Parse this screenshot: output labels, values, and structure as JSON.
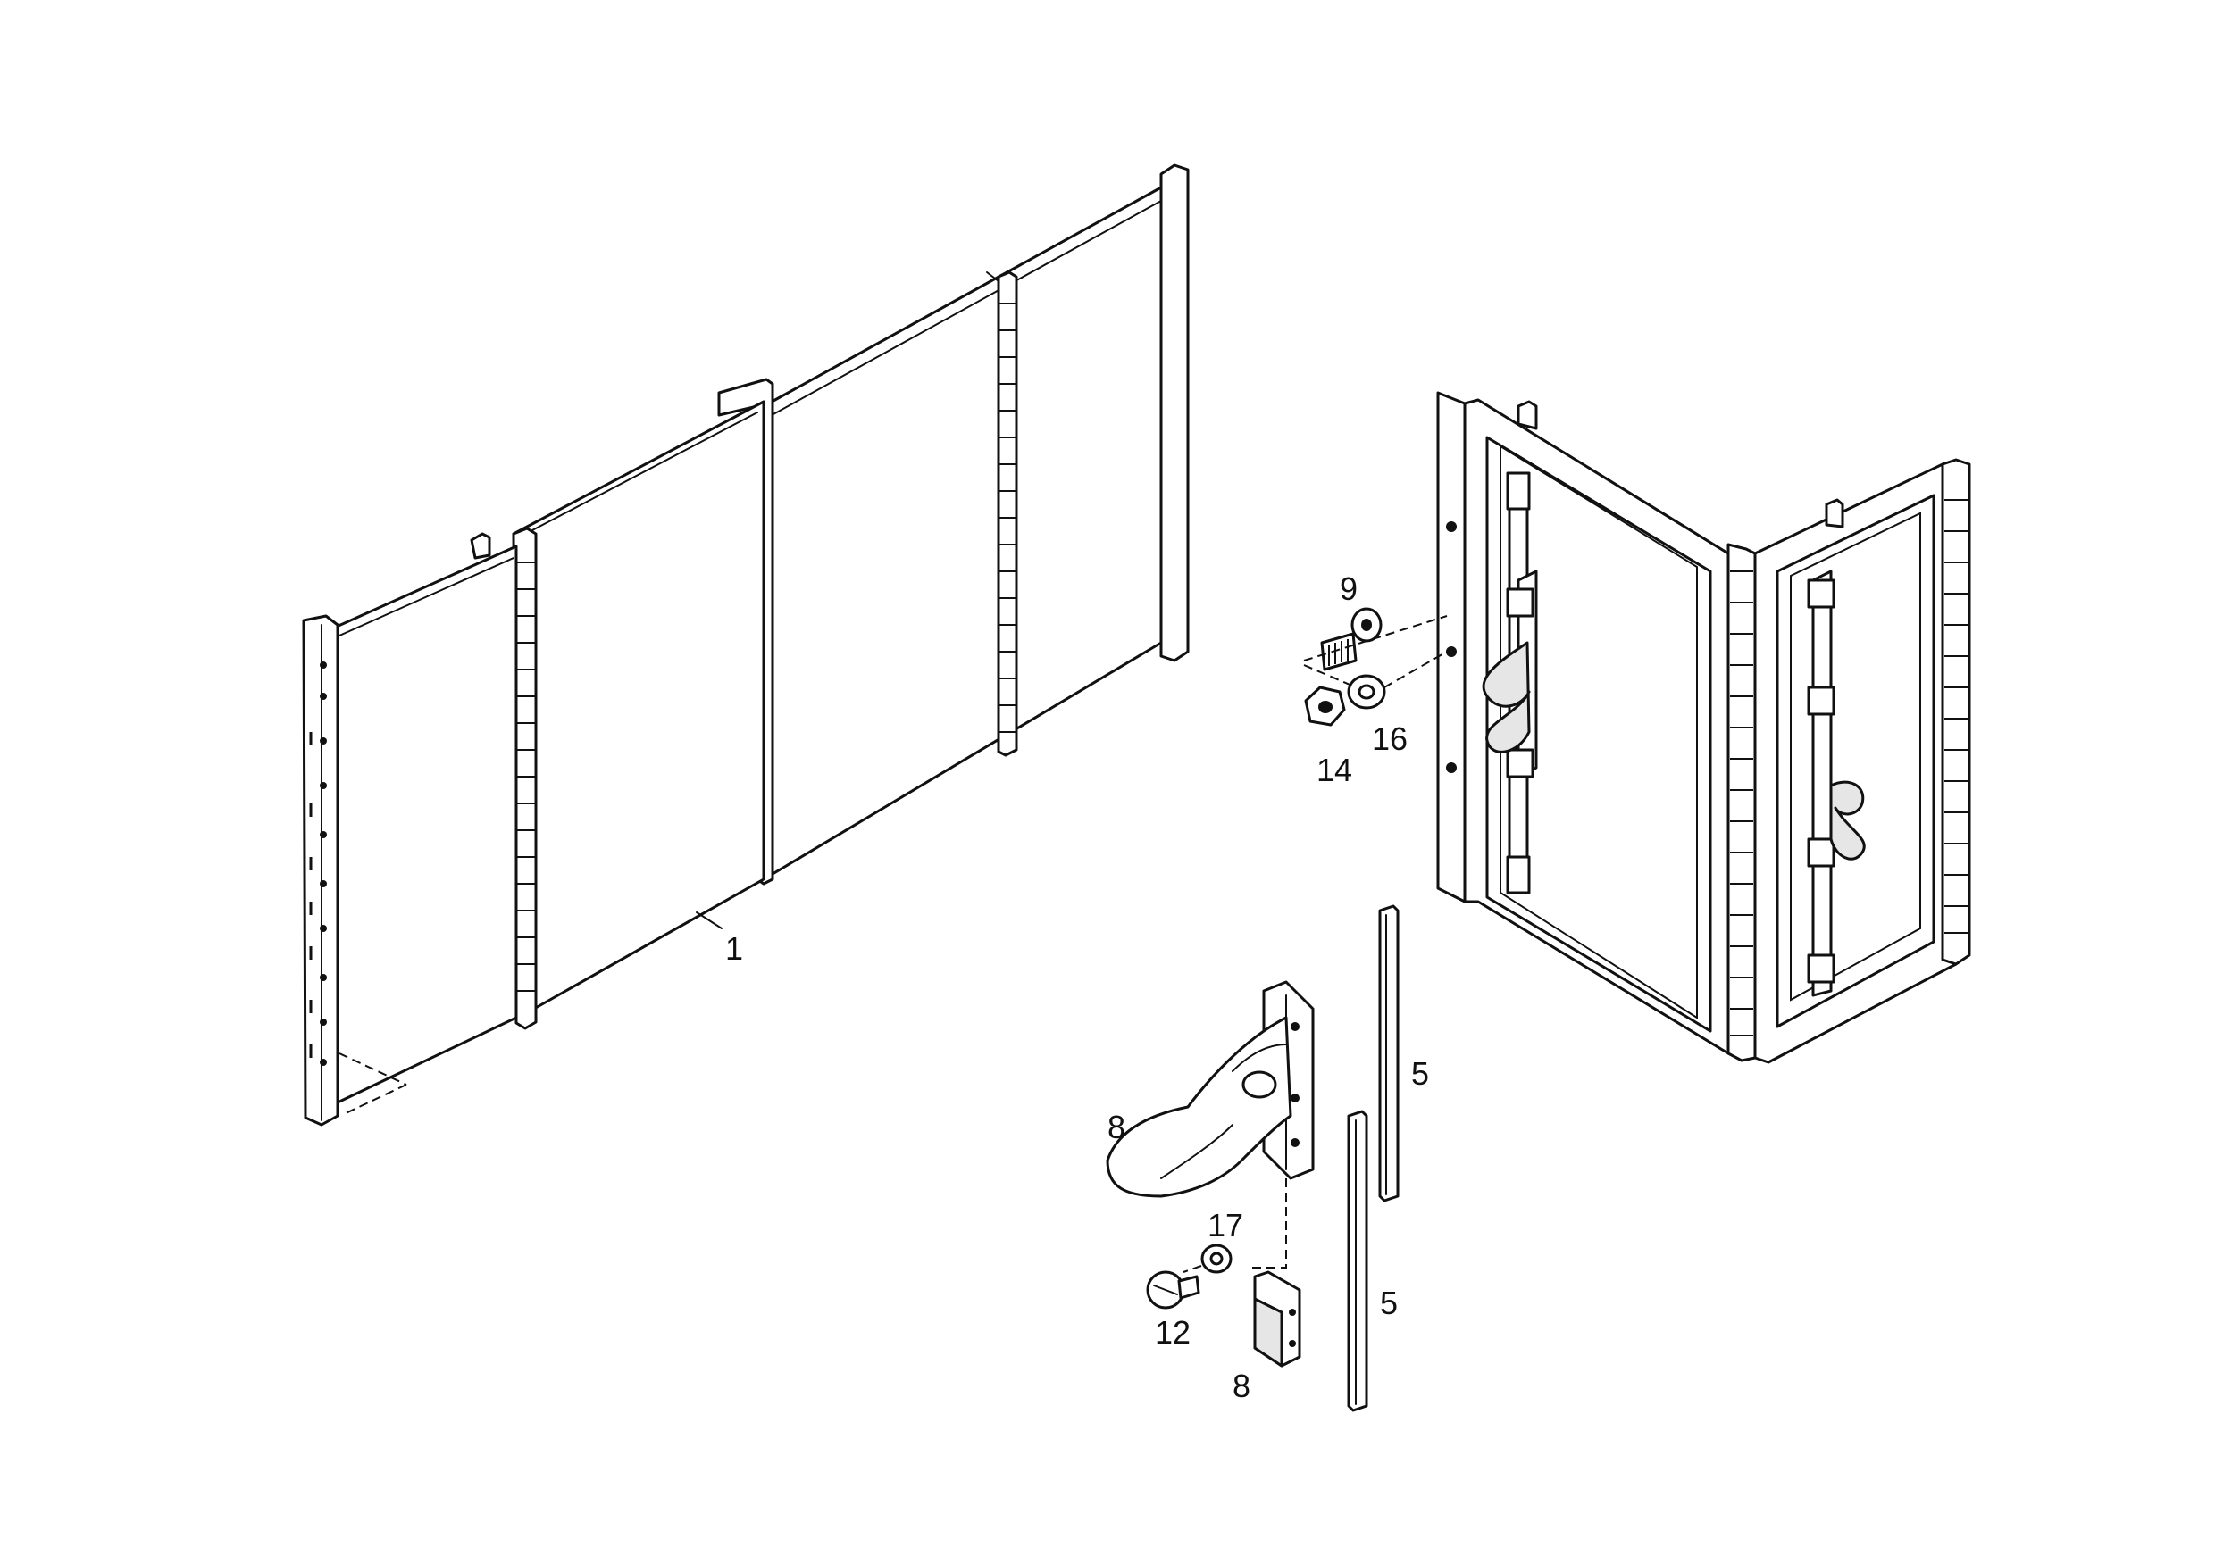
{
  "callouts": [
    {
      "id": "part-1",
      "text": "1"
    },
    {
      "id": "part-9",
      "text": "9"
    },
    {
      "id": "part-16",
      "text": "16"
    },
    {
      "id": "part-14",
      "text": "14"
    },
    {
      "id": "part-5a",
      "text": "5"
    },
    {
      "id": "part-5b",
      "text": "5"
    },
    {
      "id": "part-8a",
      "text": "8"
    },
    {
      "id": "part-17",
      "text": "17"
    },
    {
      "id": "part-12",
      "text": "12"
    },
    {
      "id": "part-8b",
      "text": "8"
    }
  ]
}
